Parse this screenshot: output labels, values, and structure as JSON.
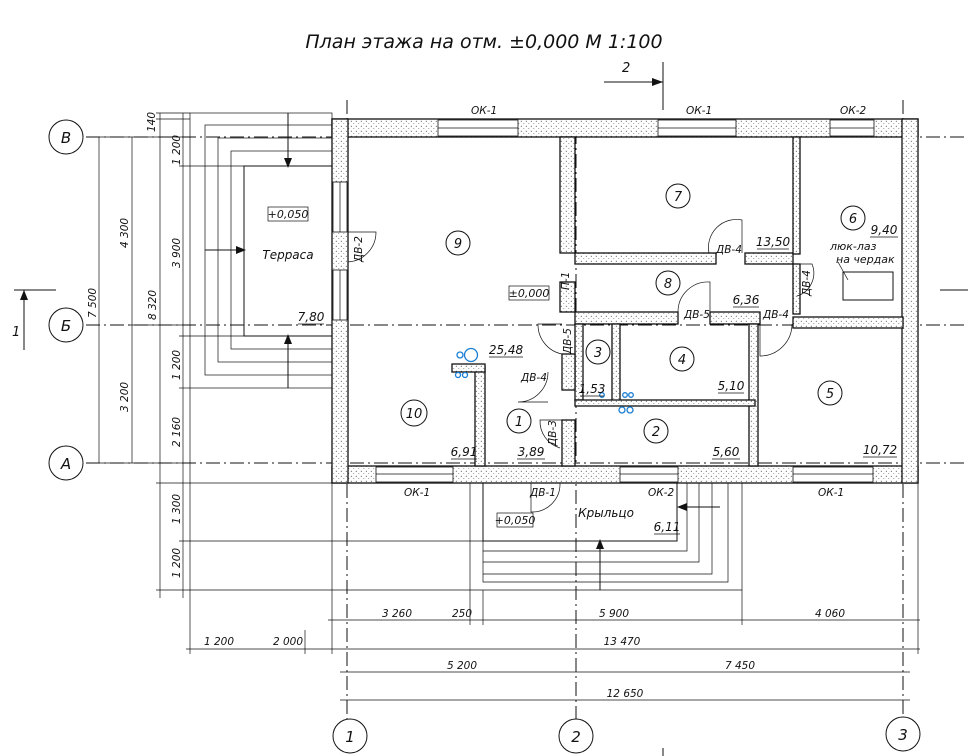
{
  "title": "План этажа на отм. ±0,000 М 1:100",
  "section_marks": {
    "top": "2",
    "left": "1"
  },
  "axes": {
    "rows": [
      "В",
      "Б",
      "А"
    ],
    "cols": [
      "1",
      "2",
      "3"
    ]
  },
  "rooms": [
    {
      "num": "1",
      "area": "3,89"
    },
    {
      "num": "2",
      "area": "5,60"
    },
    {
      "num": "3",
      "area": "1,53"
    },
    {
      "num": "4",
      "area": "5,10"
    },
    {
      "num": "5",
      "area": "10,72"
    },
    {
      "num": "6",
      "area": "9,40"
    },
    {
      "num": "7",
      "area": "13,50"
    },
    {
      "num": "8",
      "area": "6,36"
    },
    {
      "num": "9",
      "area": "25,48"
    },
    {
      "num": "10",
      "area": "6,91"
    }
  ],
  "terrace": {
    "name": "Терраса",
    "level": "+0,050",
    "area": "7,80"
  },
  "porch": {
    "name": "Крыльцо",
    "level": "+0,050",
    "area": "6,11"
  },
  "level_mark": "±0,000",
  "hatch_label_1": "люк-лаз",
  "hatch_label_2": "на чердак",
  "openings": {
    "ok1": "ОК-1",
    "ok2": "ОК-2",
    "dv1": "ДВ-1",
    "dv2": "ДВ-2",
    "dv3": "ДВ-3",
    "dv4": "ДВ-4",
    "dv5": "ДВ-5",
    "p1": "П-1"
  },
  "dims_left": {
    "d140": "140",
    "d1200a": "1 200",
    "d3900": "3 900",
    "d1200b": "1 200",
    "d2160": "2 160",
    "d4300": "4 300",
    "d3200": "3 200",
    "d7500": "7 500",
    "d8320": "8 320",
    "d1300": "1 300",
    "d1200c": "1 200"
  },
  "dims_bottom": {
    "d3260": "3 260",
    "d250": "250",
    "d5900": "5 900",
    "d4060": "4 060",
    "d1200": "1 200",
    "d2000": "2 000",
    "d13470": "13 470",
    "d5200": "5 200",
    "d7450": "7 450",
    "d12650": "12 650"
  }
}
